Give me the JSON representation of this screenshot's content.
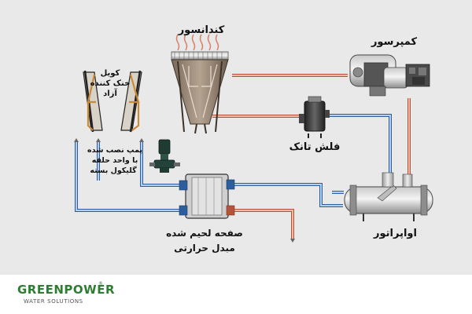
{
  "labels": {
    "condenser": "کندانسور",
    "compressor": "کمپرسور",
    "flash_tank": "فلش تانک",
    "evaporator": "اواپراتور",
    "coil_lines": [
      "کویل",
      "خنک کننده",
      "آزاد"
    ],
    "pump_lines": [
      "پمپ نصب شده",
      "با واحد حلقه",
      "گلیکول بسته"
    ],
    "exchanger_lines": [
      "صفحه لحیم شده",
      "مبدل حرارتی"
    ]
  },
  "brand": {
    "name": "GREENPOWER",
    "registered": "®",
    "tagline": "WATER SOLUTIONS"
  },
  "colors": {
    "background": "#e9e9e9",
    "hot_pipe": "#d9846a",
    "hot_pipe_outline": "#b5523a",
    "cold_pipe": "#5f93cf",
    "cold_pipe_outline": "#2c5e9e",
    "brand_green": "#2e7d32"
  }
}
